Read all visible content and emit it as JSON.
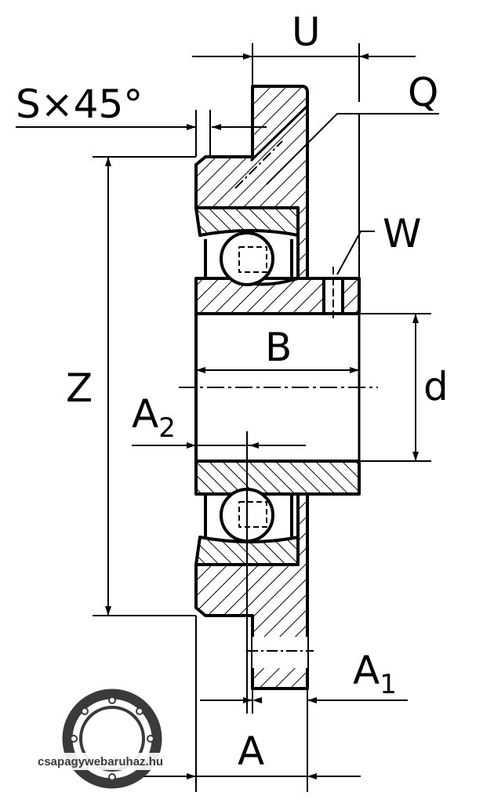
{
  "diagram": {
    "labels": {
      "U": "U",
      "Q": "Q",
      "S": "S×45°",
      "W": "W",
      "B": "B",
      "d": "d",
      "Z": "Z",
      "A2_main": "A",
      "A2_sub": "2",
      "A1_main": "A",
      "A1_sub": "1",
      "A": "A"
    },
    "logo": {
      "text": "csapagywebaruhaz.hu"
    },
    "colors": {
      "line": "#000000",
      "logo": "#3a3a3a"
    }
  }
}
